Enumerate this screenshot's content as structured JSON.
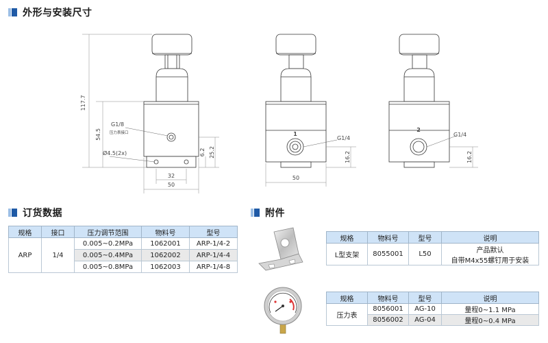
{
  "sections": {
    "dimensions_title": "外形与安装尺寸",
    "order_title": "订货数据",
    "accessories_title": "附件"
  },
  "drawing": {
    "dim_height_total": "117.7",
    "dim_height_body": "54.5",
    "gauge_port_label": "G1/8",
    "gauge_port_note": "压力表接口",
    "mount_hole_label": "Ø4.5(2x)",
    "dim_32": "32",
    "dim_50_left": "50",
    "dim_6_2": "6.2",
    "dim_25_2": "25.2",
    "port_label_mid": "G1/4",
    "port_number_mid": "1",
    "dim_50_mid": "50",
    "dim_16_2_mid": "16.2",
    "port_label_right": "G1/4",
    "port_number_right": "2",
    "dim_16_2_right": "16.2"
  },
  "order_table": {
    "headers": [
      "规格",
      "接口",
      "压力调节范围",
      "物料号",
      "型号"
    ],
    "spec": "ARP",
    "port": "1/4",
    "rows": [
      {
        "range": "0.005~0.2MPa",
        "material": "1062001",
        "model": "ARP-1/4-2"
      },
      {
        "range": "0.005~0.4MPa",
        "material": "1062002",
        "model": "ARP-1/4-4"
      },
      {
        "range": "0.005~0.8MPa",
        "material": "1062003",
        "model": "ARP-1/4-8"
      }
    ]
  },
  "bracket_table": {
    "headers": [
      "规格",
      "物料号",
      "型号",
      "说明"
    ],
    "spec": "L型支架",
    "material": "8055001",
    "model": "L50",
    "note_line1": "产品默认",
    "note_line2": "自带M4x55螺钉用于安装"
  },
  "gauge_table": {
    "headers": [
      "规格",
      "物料号",
      "型号",
      "说明"
    ],
    "spec": "压力表",
    "rows": [
      {
        "material": "8056001",
        "model": "AG-10",
        "note": "量程0~1.1 MPa"
      },
      {
        "material": "8056002",
        "model": "AG-04",
        "note": "量程0~0.4 MPa"
      }
    ]
  },
  "colors": {
    "accent_dark": "#1f5aa6",
    "accent_light": "#9cbfe6",
    "table_header": "#cfe3f7",
    "row_shade": "#e9e9e9"
  }
}
